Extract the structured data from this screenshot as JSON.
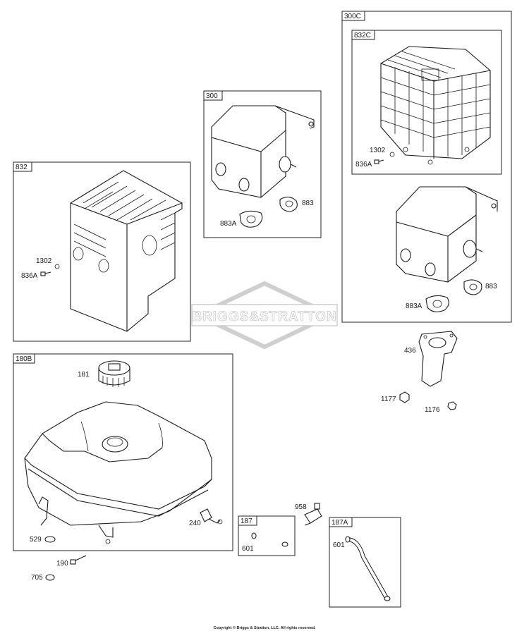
{
  "boxes": {
    "b832": "832",
    "b300": "300",
    "b300c": "300C",
    "b832c": "832C",
    "b180b": "180B",
    "b187": "187",
    "b187a": "187A"
  },
  "parts": {
    "p1302_a": "1302",
    "p836a_a": "836A",
    "p883_a": "883",
    "p883a_a": "883A",
    "p1302_b": "1302",
    "p836a_b": "836A",
    "p883_b": "883",
    "p883a_b": "883A",
    "p436": "436",
    "p1177": "1177",
    "p1176": "1176",
    "p181": "181",
    "p240": "240",
    "p529": "529",
    "p190": "190",
    "p705": "705",
    "p958": "958",
    "p601_a": "601",
    "p601_b": "601"
  },
  "watermark": "BRIGGS&STRATTON",
  "copyright": "Copyright © Briggs & Stratton, LLC. All rights reserved."
}
